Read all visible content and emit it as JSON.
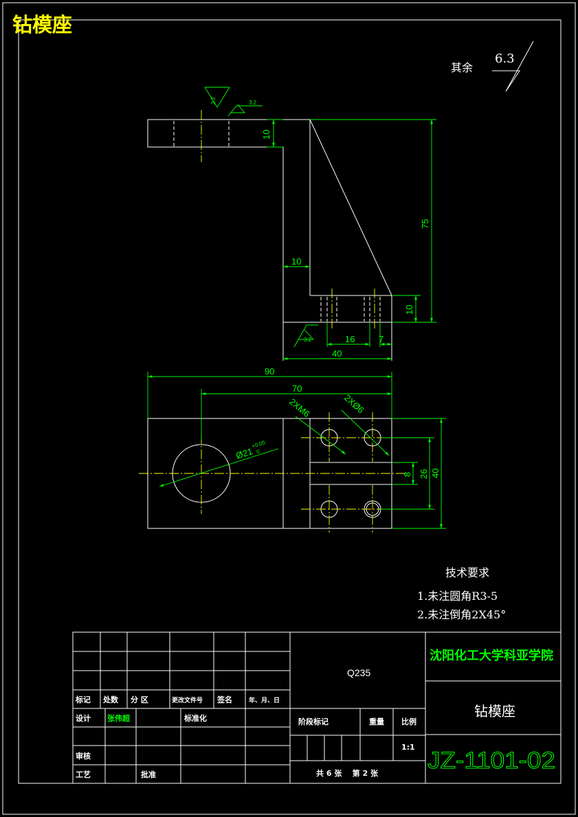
{
  "drawing_title": "钻模座",
  "surface": {
    "rest_label": "其余",
    "rest_value": "6.3",
    "top_left": "3.2",
    "top_right": "3.2",
    "bottom": "3.2"
  },
  "front_view_dims": {
    "d10_top": "10",
    "d75": "75",
    "d10_web": "10",
    "d10_bottom": "10",
    "d16": "16",
    "d7": "7",
    "d40": "40"
  },
  "plan_view_dims": {
    "d90": "90",
    "d70": "70",
    "m6": "2XM6",
    "phi6": "2XØ6",
    "bore": "Ø21",
    "bore_tol_upper": "+0.05",
    "bore_tol_lower": "0",
    "d8": "8",
    "d26": "26",
    "d40": "40"
  },
  "tech_requirements": {
    "heading": "技术要求",
    "items": [
      "1.未注圆角R3-5",
      "2.未注倒角2X45°"
    ]
  },
  "title_block": {
    "material": "Q235",
    "school": "沈阳化工大学科亚学院",
    "part_name": "钻模座",
    "drawing_no": "JZ-1101-02",
    "scale": "1:1",
    "sheet_info": "共 6 张    第 2 张",
    "headers": {
      "mark": "标记",
      "count": "处数",
      "zone": "分 区",
      "change_doc": "更改文件号",
      "sign": "签名",
      "date": "年、月、日"
    },
    "roles": {
      "design": "设计",
      "designer": "张伟超",
      "standard": "标准化",
      "review": "审核",
      "process": "工艺",
      "approve": "批准"
    },
    "stage": {
      "stage_mark": "阶段标记",
      "weight": "重量",
      "scale_label": "比例"
    }
  },
  "colors": {
    "background": "#000000",
    "outline": "#ffffff",
    "dimension": "#00ff00",
    "centerline": "#ffff00",
    "title": "#ffff00"
  }
}
